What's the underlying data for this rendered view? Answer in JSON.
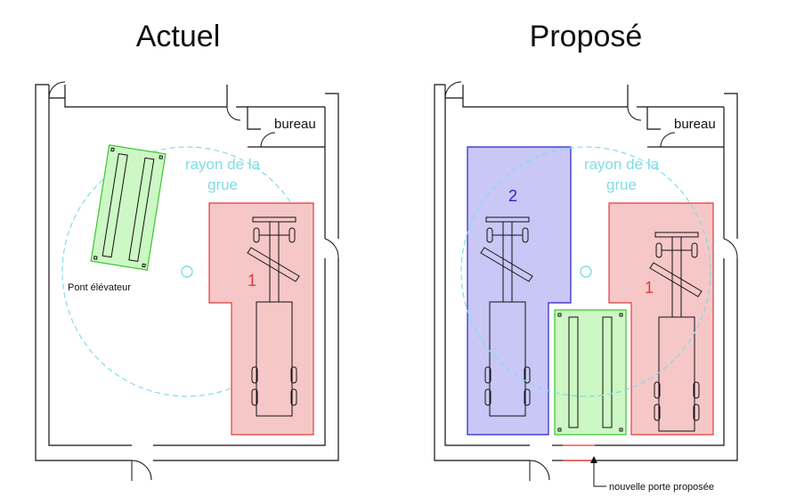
{
  "plans": [
    {
      "title": "Actuel",
      "bureau_label": "bureau",
      "crane_label_line1": "rayon de la",
      "crane_label_line2": "grue",
      "lift_label": "Pont élévateur",
      "zone1_label": "1"
    },
    {
      "title": "Proposé",
      "bureau_label": "bureau",
      "crane_label_line1": "rayon de la",
      "crane_label_line2": "grue",
      "zone1_label": "1",
      "zone2_label": "2",
      "new_door_label": "nouvelle porte proposée"
    }
  ],
  "colors": {
    "crane_radius": "#7fdde8",
    "lift_zone_fill": "#cdf7c4",
    "lift_zone_stroke": "#35c92c",
    "zone1_fill": "#f6c7c7",
    "zone1_stroke": "#e23b3b",
    "zone2_fill": "#c9c7f5",
    "zone2_stroke": "#2a23c8",
    "new_door": "#e23b3b"
  }
}
